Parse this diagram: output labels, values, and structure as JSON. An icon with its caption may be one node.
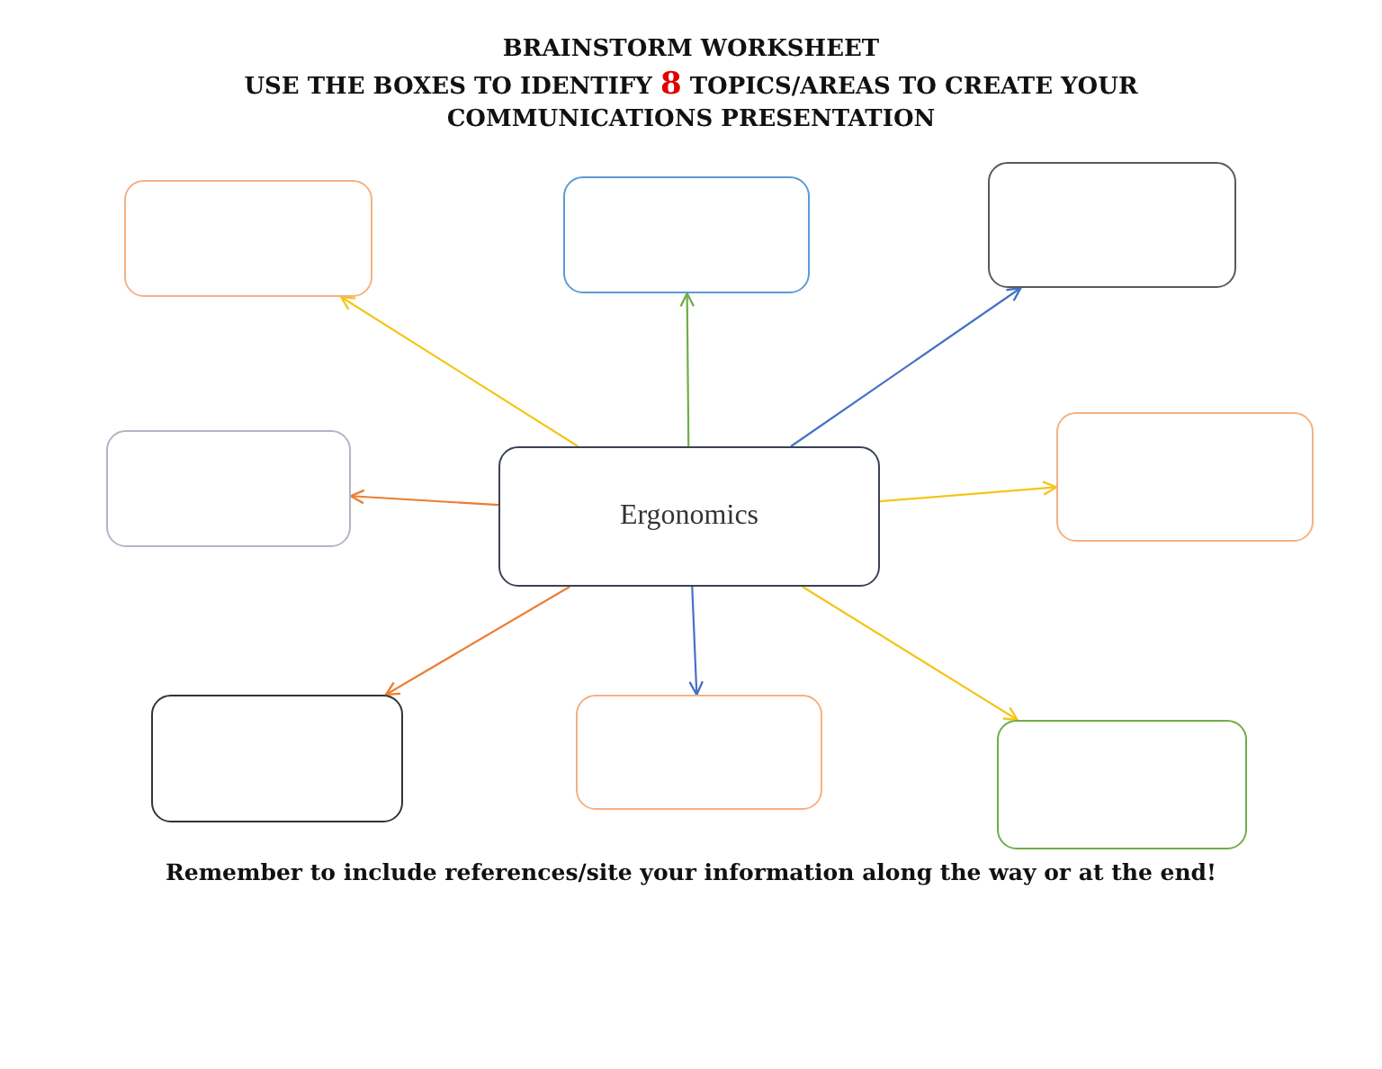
{
  "diagram": {
    "title": "BRAINSTORM WORKSHEET",
    "nodes": [
      {
        "text": [],
        "shape": "box"
      },
      {
        "text": [],
        "shape": "box"
      },
      {
        "text": [],
        "shape": "box"
      },
      {
        "text": [],
        "shape": "box"
      },
      {
        "text": [
          "Ergonomics"
        ]
      },
      {
        "text": [],
        "shape": "box"
      },
      {
        "text": [],
        "shape": "box"
      },
      {
        "text": [],
        "shape": "box"
      },
      {
        "text": [],
        "shape": "box"
      }
    ],
    "edges": [
      {
        "from": 4,
        "to": 0,
        "arrow": "to"
      },
      {
        "from": 4,
        "to": 1,
        "arrow": "to",
        "color": "#70ad47"
      },
      {
        "from": 4,
        "to": 2,
        "arrow": "to",
        "color": "#4472c4"
      },
      {
        "from": 4,
        "to": 3,
        "arrow": "to",
        "color": "#ed7d31"
      },
      {
        "from": 4,
        "to": 5,
        "arrow": "to"
      },
      {
        "from": 4,
        "to": 6,
        "arrow": "to",
        "color": "#ed7d31"
      },
      {
        "from": 4,
        "to": 7,
        "arrow": "to",
        "color": "#4472c4"
      },
      {
        "from": 4,
        "to": 8,
        "arrow": "to"
      }
    ],
    "labels": [
      "USE THE BOXES TO IDENTIFY **8** TOPICS/AREAS TO CREATE YOUR COMMUNICATIONS PRESENTATION",
      "Remember to include references/site your information along the way or at the end!"
    ]
  }
}
